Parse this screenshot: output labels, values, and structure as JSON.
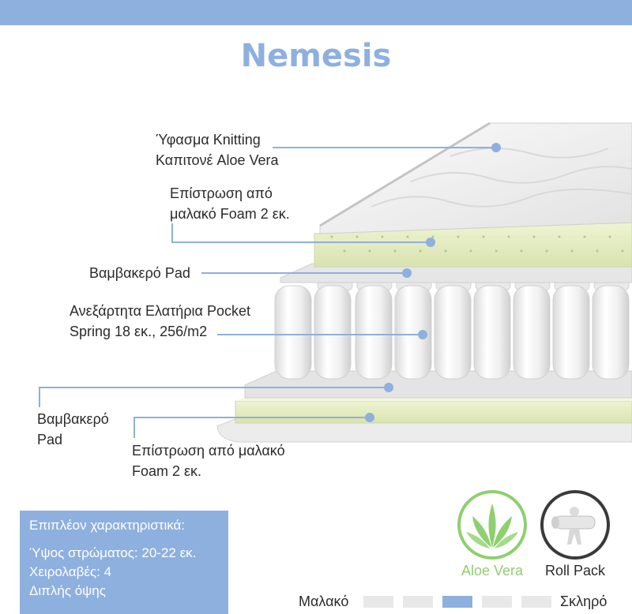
{
  "title": "Nemesis",
  "layers": [
    {
      "line1": "Ύφασμα Knitting",
      "line2": "Καπιτονέ Aloe Vera"
    },
    {
      "line1": "Επίστρωση από",
      "line2": "μαλακό Foam 2 εκ."
    },
    {
      "line1": "Βαμβακερό Pad",
      "line2": ""
    },
    {
      "line1": "Ανεξάρτητα Ελατήρια Pocket",
      "line2": "Spring 18 εκ., 256/m2"
    },
    {
      "line1": "Βαμβακερό",
      "line2": "Pad"
    },
    {
      "line1": "Επίστρωση από μαλακό",
      "line2": "Foam 2 εκ."
    }
  ],
  "features": {
    "title": "Επιπλέον χαρακτηριστικά:",
    "items": [
      "Ύψος στρώματος: 20-22 εκ.",
      "Χειρολαβές: 4",
      "Διπλής όψης"
    ]
  },
  "badges": {
    "aloe": {
      "label": "Aloe Vera",
      "color": "#8fcf6f",
      "icon": "aloe-plant-icon"
    },
    "roll": {
      "label": "Roll Pack",
      "color": "#3a3a3a",
      "icon": "roll-pack-person-icon"
    }
  },
  "firmness": {
    "soft_label": "Μαλακό",
    "hard_label": "Σκληρό",
    "levels": 5,
    "selected": 3
  },
  "colors": {
    "accent": "#8eb0de",
    "foam": "#e6efc4",
    "fabric": "#f1f1f1",
    "spring": "#f4f4f4"
  }
}
